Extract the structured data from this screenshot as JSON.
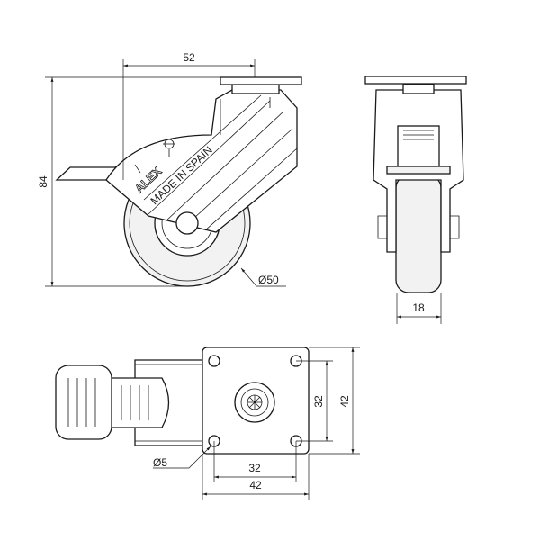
{
  "drawing": {
    "side_view": {
      "width_dim": "52",
      "height_dim": "84",
      "wheel_dia_dim": "Ø50",
      "brand": "ALEX",
      "origin": "MADE IN SPAIN"
    },
    "front_view": {
      "wheel_width_dim": "18"
    },
    "top_view": {
      "hole_spacing_v": "32",
      "plate_size_v": "42",
      "hole_spacing_h": "32",
      "plate_size_h": "42",
      "hole_dia_dim": "Ø5"
    }
  }
}
